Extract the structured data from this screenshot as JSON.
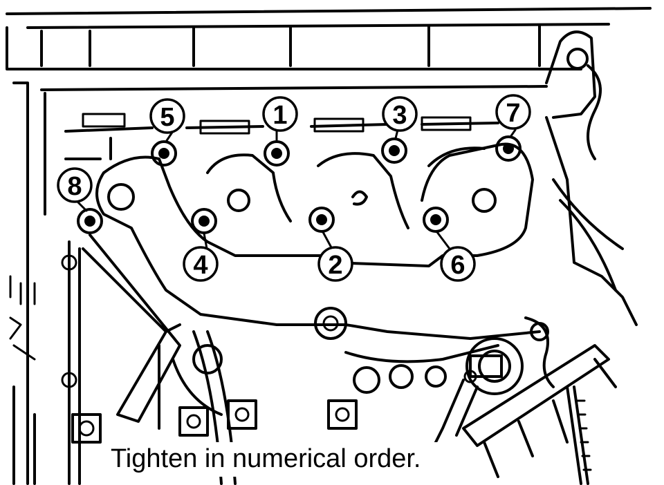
{
  "caption": "Tighten in numerical order.",
  "bolts": [
    {
      "number": "1"
    },
    {
      "number": "2"
    },
    {
      "number": "3"
    },
    {
      "number": "4"
    },
    {
      "number": "5"
    },
    {
      "number": "6"
    },
    {
      "number": "7"
    },
    {
      "number": "8"
    }
  ],
  "colors": {
    "ink": "#000000",
    "paper": "#ffffff"
  }
}
